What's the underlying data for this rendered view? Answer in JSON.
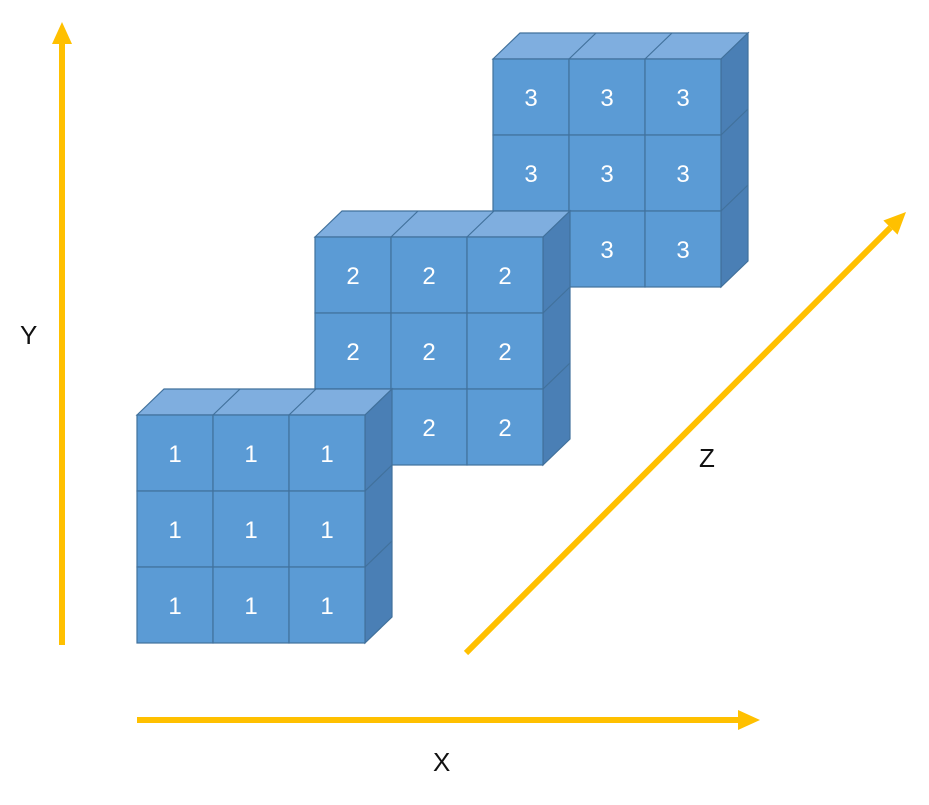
{
  "axes": {
    "x": {
      "label": "X"
    },
    "y": {
      "label": "Y"
    },
    "z": {
      "label": "Z"
    }
  },
  "blocks": [
    {
      "label": "1",
      "grid": [
        [
          "1",
          "1",
          "1"
        ],
        [
          "1",
          "1",
          "1"
        ],
        [
          "1",
          "1",
          "1"
        ]
      ]
    },
    {
      "label": "2",
      "grid": [
        [
          "2",
          "2",
          "2"
        ],
        [
          "2",
          "2",
          "2"
        ],
        [
          "",
          "2",
          "2"
        ]
      ]
    },
    {
      "label": "3",
      "grid": [
        [
          "3",
          "3",
          "3"
        ],
        [
          "3",
          "3",
          "3"
        ],
        [
          "",
          "3",
          "3"
        ]
      ]
    }
  ],
  "colors": {
    "axis": "#FFC000",
    "cube_front": "#5B9BD5",
    "cube_top": "#7FAEDF",
    "cube_side": "#4A7FB5",
    "cube_edge": "#41719C",
    "number": "#FFFFFF"
  }
}
